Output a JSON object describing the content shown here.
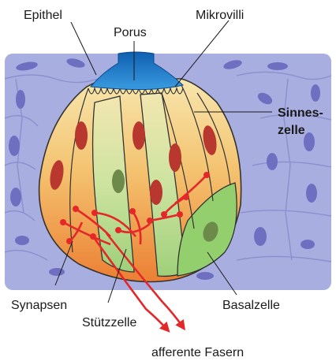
{
  "labels": {
    "epithel": "Epithel",
    "porus": "Porus",
    "mikrovilli": "Mikrovilli",
    "sinneszelle_line1": "Sinnes-",
    "sinneszelle_line2": "zelle",
    "synapsen": "Synapsen",
    "stuetzzelle": "Stützzelle",
    "basalzelle": "Basalzelle",
    "afferente_fasern": "afferente Fasern"
  },
  "colors": {
    "epithelium": "#a9aee0",
    "epithelium_nucleus": "#6f6fc2",
    "porus": "#1f78c8",
    "sensory_cell_top": "#f6e2a6",
    "sensory_cell_bottom": "#ee8a3a",
    "sensory_nucleus": "#b8372f",
    "supporting_cell": "#b9d98a",
    "supporting_nucleus": "#6d8a4a",
    "basal_cell": "#8fcf6a",
    "nerve_fibers": "#e4282a",
    "outline": "#333333"
  }
}
